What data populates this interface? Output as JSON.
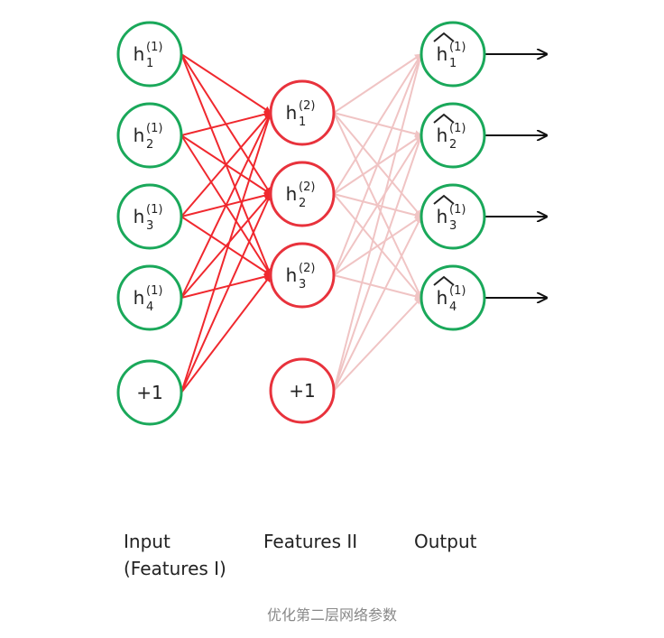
{
  "layers": {
    "input": {
      "label_line1": "Input",
      "label_line2": "(Features I)",
      "color": "#1aa85a",
      "nodes": [
        {
          "base": "h",
          "sub": "1",
          "sup": "(1)"
        },
        {
          "base": "h",
          "sub": "2",
          "sup": "(1)"
        },
        {
          "base": "h",
          "sub": "3",
          "sup": "(1)"
        },
        {
          "base": "h",
          "sub": "4",
          "sup": "(1)"
        },
        {
          "text": "+1"
        }
      ]
    },
    "features2": {
      "label": "Features II",
      "color": "#e8323c",
      "nodes": [
        {
          "base": "h",
          "sub": "1",
          "sup": "(2)"
        },
        {
          "base": "h",
          "sub": "2",
          "sup": "(2)"
        },
        {
          "base": "h",
          "sub": "3",
          "sup": "(2)"
        },
        {
          "text": "+1"
        }
      ]
    },
    "output": {
      "label": "Output",
      "color": "#1aa85a",
      "nodes": [
        {
          "base": "h",
          "sub": "1",
          "sup": "(1)",
          "hat": true
        },
        {
          "base": "h",
          "sub": "2",
          "sup": "(1)",
          "hat": true
        },
        {
          "base": "h",
          "sub": "3",
          "sup": "(1)",
          "hat": true
        },
        {
          "base": "h",
          "sub": "4",
          "sup": "(1)",
          "hat": true
        }
      ]
    }
  },
  "edge_colors": {
    "input_to_features2": "#f0282e",
    "features2_to_output": "#f0c4c4",
    "output_arrows": "#111111"
  },
  "caption": "优化第二层网络参数"
}
